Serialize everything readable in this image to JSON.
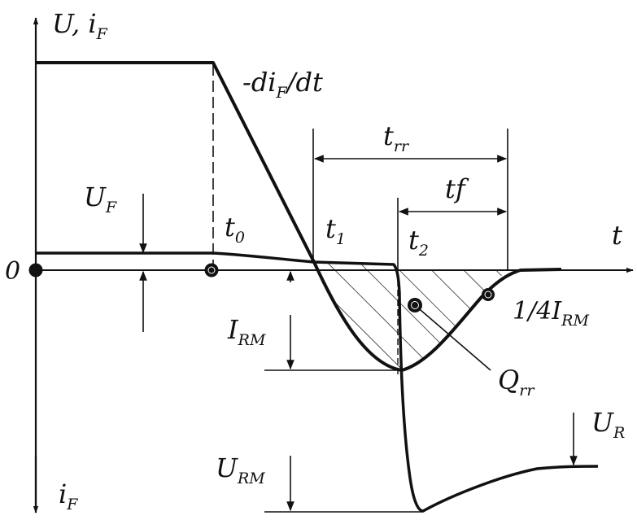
{
  "labels": {
    "y_axis": {
      "main": "U, i",
      "sub": "F"
    },
    "y_neg": {
      "main": "i",
      "sub": "F"
    },
    "x_axis": "t",
    "origin": "0",
    "slope": {
      "pre": "-di",
      "sub": "F",
      "post": "/dt"
    },
    "uf": {
      "main": "U",
      "sub": "F"
    },
    "t0": {
      "main": "t",
      "sub": "0"
    },
    "t1": {
      "main": "t",
      "sub": "1"
    },
    "t2": {
      "main": "t",
      "sub": "2"
    },
    "trr": {
      "main": "t",
      "sub": "rr"
    },
    "tf": "tf",
    "irm": {
      "main": "I",
      "sub": "RM"
    },
    "qrr": {
      "main": "Q",
      "sub": "rr"
    },
    "quarter_irm": {
      "main": "1/4I",
      "sub": "RM"
    },
    "urm": {
      "main": "U",
      "sub": "RM"
    },
    "ur": {
      "main": "U",
      "sub": "R"
    }
  },
  "colors": {
    "ink": "#111111",
    "background": "#ffffff"
  }
}
